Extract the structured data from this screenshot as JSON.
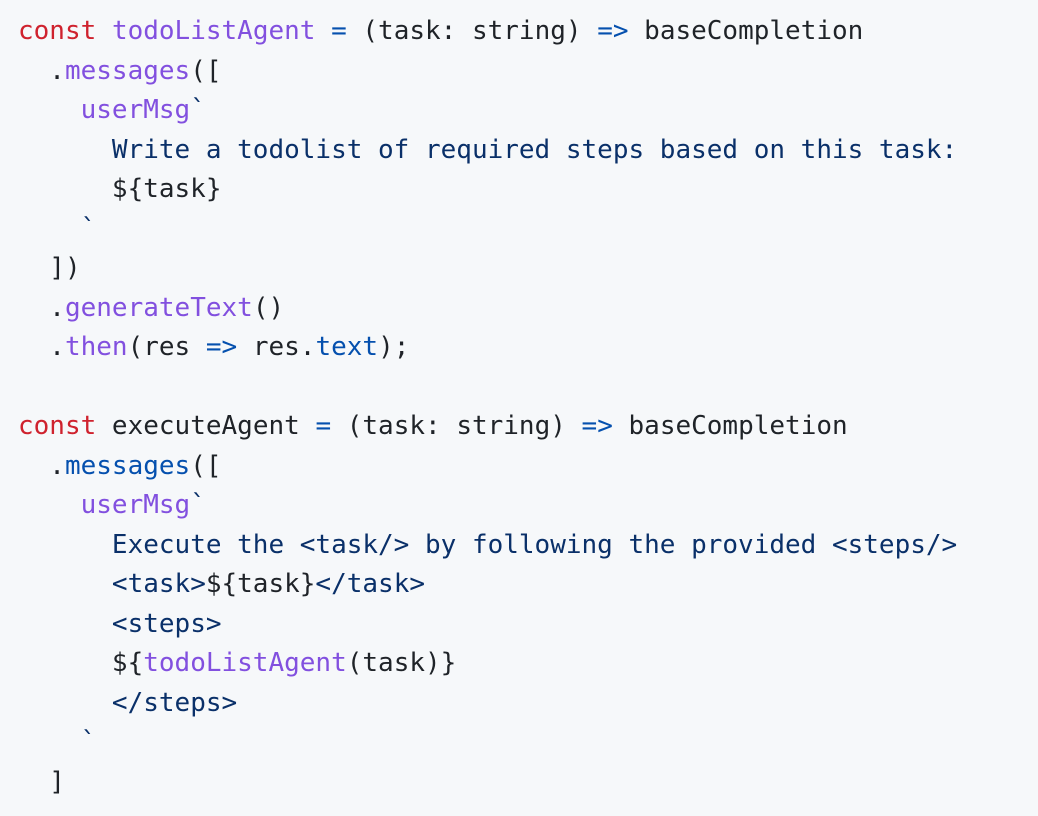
{
  "app": {
    "type": "code-snippet",
    "language": "typescript"
  },
  "colors": {
    "background": "#f6f8fa",
    "default": "#1f2328",
    "keyword": "#cf222e",
    "function": "#8250df",
    "constant": "#0550ae",
    "string": "#0a3069"
  },
  "code": {
    "lines": [
      {
        "segments": [
          {
            "text": "const",
            "color": "keyword"
          },
          {
            "text": " ",
            "color": "default"
          },
          {
            "text": "todoListAgent",
            "color": "function"
          },
          {
            "text": " ",
            "color": "default"
          },
          {
            "text": "=",
            "color": "constant"
          },
          {
            "text": " (task: string) ",
            "color": "default"
          },
          {
            "text": "=>",
            "color": "constant"
          },
          {
            "text": " baseCompletion",
            "color": "default"
          }
        ]
      },
      {
        "segments": [
          {
            "text": "  .",
            "color": "default"
          },
          {
            "text": "messages",
            "color": "function"
          },
          {
            "text": "([",
            "color": "default"
          }
        ]
      },
      {
        "segments": [
          {
            "text": "    ",
            "color": "default"
          },
          {
            "text": "userMsg",
            "color": "function"
          },
          {
            "text": "`",
            "color": "string"
          }
        ]
      },
      {
        "segments": [
          {
            "text": "      ",
            "color": "default"
          },
          {
            "text": "Write a todolist of required steps based on this task:",
            "color": "string"
          }
        ]
      },
      {
        "segments": [
          {
            "text": "      ${task}",
            "color": "default"
          }
        ]
      },
      {
        "segments": [
          {
            "text": "    ",
            "color": "default"
          },
          {
            "text": "`",
            "color": "string"
          }
        ]
      },
      {
        "segments": [
          {
            "text": "  ])",
            "color": "default"
          }
        ]
      },
      {
        "segments": [
          {
            "text": "  .",
            "color": "default"
          },
          {
            "text": "generateText",
            "color": "function"
          },
          {
            "text": "()",
            "color": "default"
          }
        ]
      },
      {
        "segments": [
          {
            "text": "  .",
            "color": "default"
          },
          {
            "text": "then",
            "color": "function"
          },
          {
            "text": "(res ",
            "color": "default"
          },
          {
            "text": "=>",
            "color": "constant"
          },
          {
            "text": " res.",
            "color": "default"
          },
          {
            "text": "text",
            "color": "constant"
          },
          {
            "text": ");",
            "color": "default"
          }
        ]
      },
      {
        "segments": []
      },
      {
        "segments": [
          {
            "text": "const",
            "color": "keyword"
          },
          {
            "text": " executeAgent ",
            "color": "default"
          },
          {
            "text": "=",
            "color": "constant"
          },
          {
            "text": " (task: string) ",
            "color": "default"
          },
          {
            "text": "=>",
            "color": "constant"
          },
          {
            "text": " baseCompletion",
            "color": "default"
          }
        ]
      },
      {
        "segments": [
          {
            "text": "  .",
            "color": "default"
          },
          {
            "text": "messages",
            "color": "constant"
          },
          {
            "text": "([",
            "color": "default"
          }
        ]
      },
      {
        "segments": [
          {
            "text": "    ",
            "color": "default"
          },
          {
            "text": "userMsg",
            "color": "function"
          },
          {
            "text": "`",
            "color": "string"
          }
        ]
      },
      {
        "segments": [
          {
            "text": "      ",
            "color": "default"
          },
          {
            "text": "Execute the <task/> by following the provided <steps/>",
            "color": "string"
          }
        ]
      },
      {
        "segments": [
          {
            "text": "      ",
            "color": "default"
          },
          {
            "text": "<task>",
            "color": "string"
          },
          {
            "text": "${task}",
            "color": "default"
          },
          {
            "text": "</task>",
            "color": "string"
          }
        ]
      },
      {
        "segments": [
          {
            "text": "      ",
            "color": "default"
          },
          {
            "text": "<steps>",
            "color": "string"
          }
        ]
      },
      {
        "segments": [
          {
            "text": "      ${",
            "color": "default"
          },
          {
            "text": "todoListAgent",
            "color": "function"
          },
          {
            "text": "(task)}",
            "color": "default"
          }
        ]
      },
      {
        "segments": [
          {
            "text": "      ",
            "color": "default"
          },
          {
            "text": "</steps>",
            "color": "string"
          }
        ]
      },
      {
        "segments": [
          {
            "text": "    ",
            "color": "default"
          },
          {
            "text": "`",
            "color": "string"
          }
        ]
      },
      {
        "segments": [
          {
            "text": "  ]",
            "color": "default"
          }
        ]
      }
    ]
  }
}
